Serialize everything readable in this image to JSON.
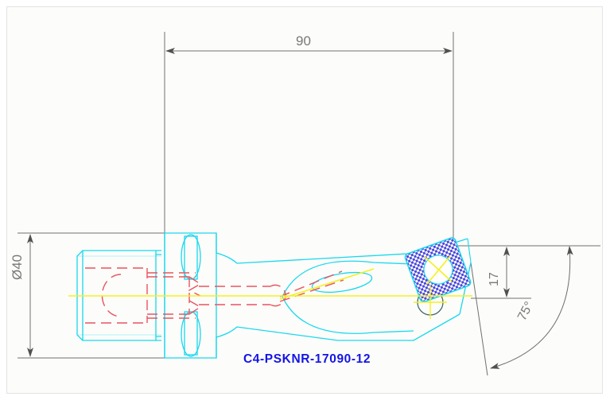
{
  "drawing": {
    "title_label": "C4-PSKNR-17090-12",
    "background_color": "#fcfdfa",
    "frame_color": "#e3e3e3"
  },
  "dimensions": {
    "length": {
      "label": "90",
      "value": 90,
      "unit": "mm",
      "orientation": "horizontal"
    },
    "diameter": {
      "label": "Ø40",
      "value": 40,
      "unit": "mm",
      "orientation": "vertical"
    },
    "height": {
      "label": "17",
      "value": 17,
      "unit": "mm",
      "orientation": "vertical"
    },
    "angle": {
      "label": "75°",
      "value": 75,
      "unit": "deg",
      "orientation": "angular"
    }
  },
  "colors": {
    "body_outline": "#19d7ef",
    "hidden_line": "#e8555f",
    "centerline": "#f5f01e",
    "insert_hatch": "#4b48d8",
    "dimension_line": "#707070",
    "part_number": "#1414e6"
  },
  "geometry": {
    "shank_type": "Coromant Capto C4",
    "holder_style": "PSKNR",
    "insert_shape": "square",
    "hand": "right"
  }
}
